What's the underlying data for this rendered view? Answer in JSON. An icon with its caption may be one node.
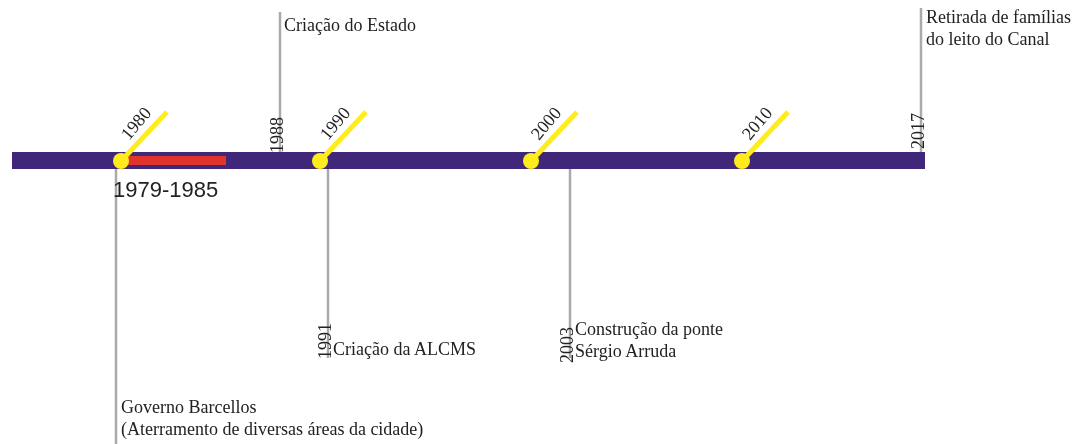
{
  "diagram": {
    "labels": [
      "Criação do Estado",
      "Retirada de famílias do leito do Canal",
      "1980",
      "1988",
      "1990",
      "2000",
      "2010",
      "2017",
      "1979-1985",
      "1991",
      "Criação da ALCMS",
      "2003",
      "Construção da ponte Sérgio Arruda",
      "Governo Barcellos",
      "(Aterramento de diversas áreas da cidade)"
    ]
  }
}
